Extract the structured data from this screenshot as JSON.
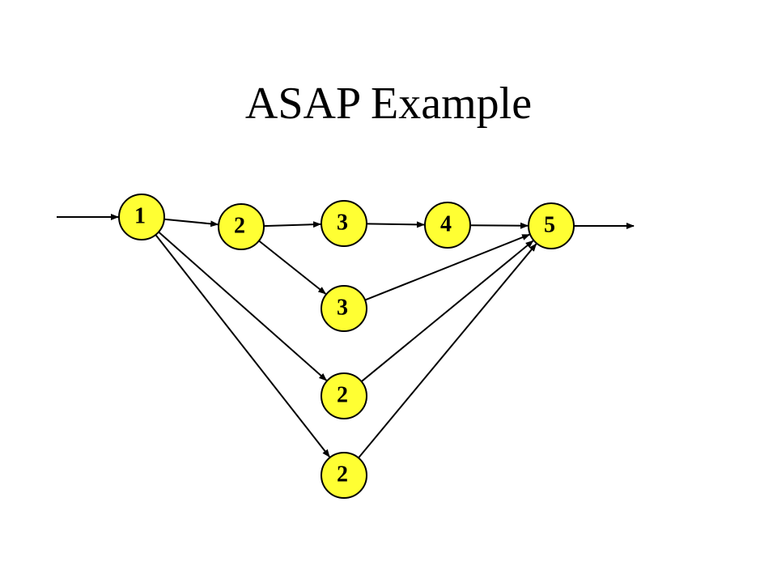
{
  "slide": {
    "title": "ASAP Example"
  },
  "colors": {
    "node_fill": "#ffff33",
    "node_stroke": "#000000",
    "edge": "#000000",
    "background": "#ffffff"
  },
  "graph": {
    "nodes": [
      {
        "id": "n1",
        "label": "1"
      },
      {
        "id": "n2",
        "label": "2"
      },
      {
        "id": "n3a",
        "label": "3"
      },
      {
        "id": "n4",
        "label": "4"
      },
      {
        "id": "n5",
        "label": "5"
      },
      {
        "id": "n3b",
        "label": "3"
      },
      {
        "id": "n2b",
        "label": "2"
      },
      {
        "id": "n2c",
        "label": "2"
      }
    ],
    "edges": [
      {
        "from": "input",
        "to": "n1"
      },
      {
        "from": "n1",
        "to": "n2"
      },
      {
        "from": "n2",
        "to": "n3a"
      },
      {
        "from": "n3a",
        "to": "n4"
      },
      {
        "from": "n4",
        "to": "n5"
      },
      {
        "from": "n5",
        "to": "output"
      },
      {
        "from": "n2",
        "to": "n3b"
      },
      {
        "from": "n1",
        "to": "n2b"
      },
      {
        "from": "n1",
        "to": "n2c"
      },
      {
        "from": "n3b",
        "to": "n5"
      },
      {
        "from": "n2b",
        "to": "n5"
      },
      {
        "from": "n2c",
        "to": "n5"
      }
    ]
  }
}
